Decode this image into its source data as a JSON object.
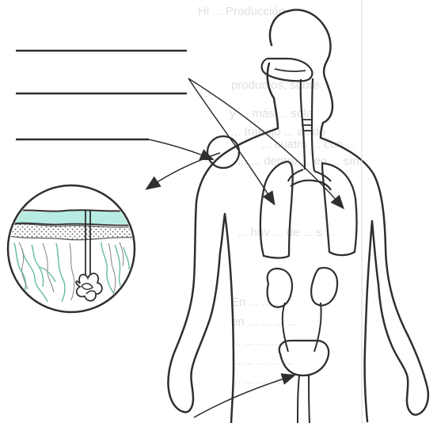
{
  "colors": {
    "paper": "#ffffff",
    "ink": "#343434",
    "line": "#2f2f2f",
    "teal": "#8ed7c6",
    "teal_dark": "#4ea995",
    "gray": "#8a8a8a",
    "faint_text": "#9b9b9b"
  },
  "background_text": {
    "line1": "Hi ... Producción",
    "line2": "productos, sobre",
    "line3": "y ... más ... sola",
    "line4": "... trabajo ... acido",
    "line5": "... cuatro ... con ... ",
    "line6": "... ... dentro ... en ... sin",
    "line7": "... hav ... de ... s ...",
    "line8": "En ... ... ...",
    "line9": "en ... ... ... ...",
    "line10": "... ... ... ...",
    "line11": "... ... ... ... ...",
    "line12": "... ... ... ..."
  },
  "labels": {
    "blank_1": "",
    "blank_2": "",
    "blank_3": ""
  }
}
